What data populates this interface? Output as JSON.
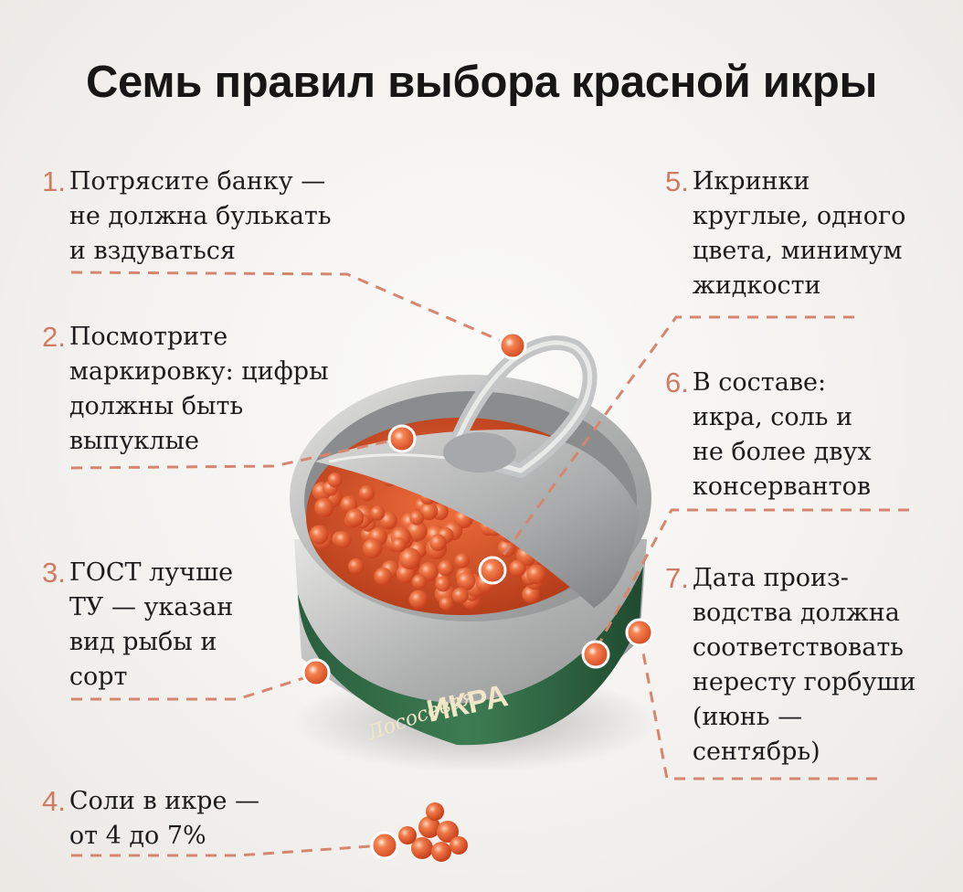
{
  "title": "Семь правил выбора красной икры",
  "colors": {
    "accent": "#cf7b63",
    "dash": "#d6866e",
    "text": "#1c1c1c",
    "caviar": "#e0592e",
    "can_label": "#2f6b45"
  },
  "rules": [
    {
      "num": "1.",
      "text": "Потрясите банку —\nне должна булькать\nи вздуваться"
    },
    {
      "num": "2.",
      "text": "Посмотрите\nмаркировку: цифры\nдолжны быть\nвыпуклые"
    },
    {
      "num": "3.",
      "text": "ГОСТ лучше\nТУ — указан\nвид рыбы и\nсорт"
    },
    {
      "num": "4.",
      "text": "Соли в икре —\nот 4 до 7%"
    },
    {
      "num": "5.",
      "text": "Икринки\nкруглые, одного\nцвета, минимум\nжидкости"
    },
    {
      "num": "6.",
      "text": "В составе:\nикра, соль и\nне более двух\nконсервантов"
    },
    {
      "num": "7.",
      "text": "Дата произ-\nводства должна\nсоответствовать\nнересту горбуши\n(июнь —\nсентябрь)"
    }
  ],
  "can": {
    "label_main": "ИКРА",
    "label_script": "Лососевая"
  }
}
